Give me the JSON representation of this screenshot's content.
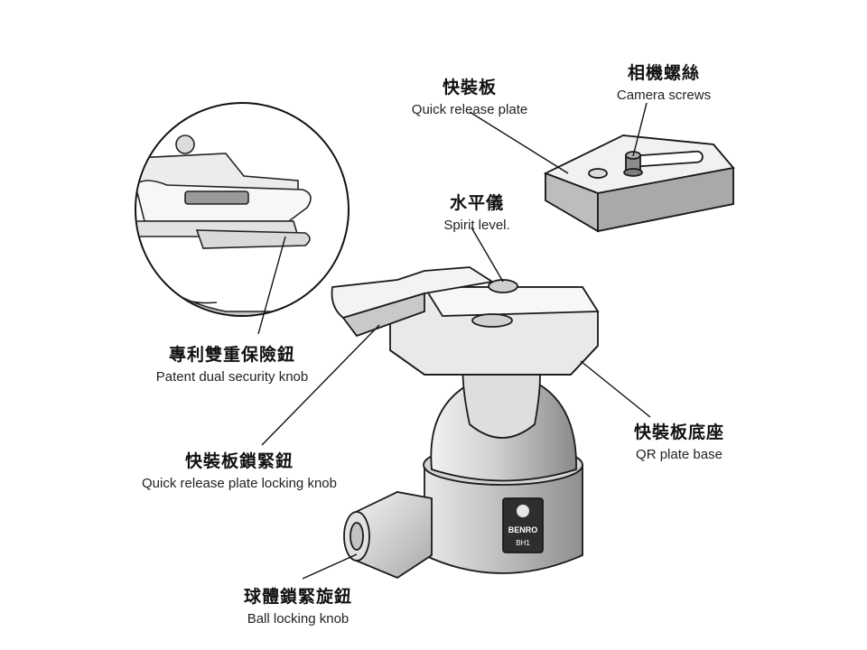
{
  "labels": {
    "qr_plate": {
      "zh": "快裝板",
      "en": "Quick release plate"
    },
    "camera_screws": {
      "zh": "相機螺絲",
      "en": "Camera screws"
    },
    "spirit_level": {
      "zh": "水平儀",
      "en": "Spirit level."
    },
    "dual_security": {
      "zh": "專利雙重保險鈕",
      "en": "Patent dual security knob"
    },
    "plate_lock": {
      "zh": "快裝板鎖緊鈕",
      "en": "Quick release plate locking knob"
    },
    "qr_base": {
      "zh": "快裝板底座",
      "en": "QR plate base"
    },
    "ball_lock": {
      "zh": "球體鎖緊旋鈕",
      "en": "Ball locking knob"
    }
  },
  "markings": {
    "brand": "BENRO",
    "model": "BH1"
  }
}
